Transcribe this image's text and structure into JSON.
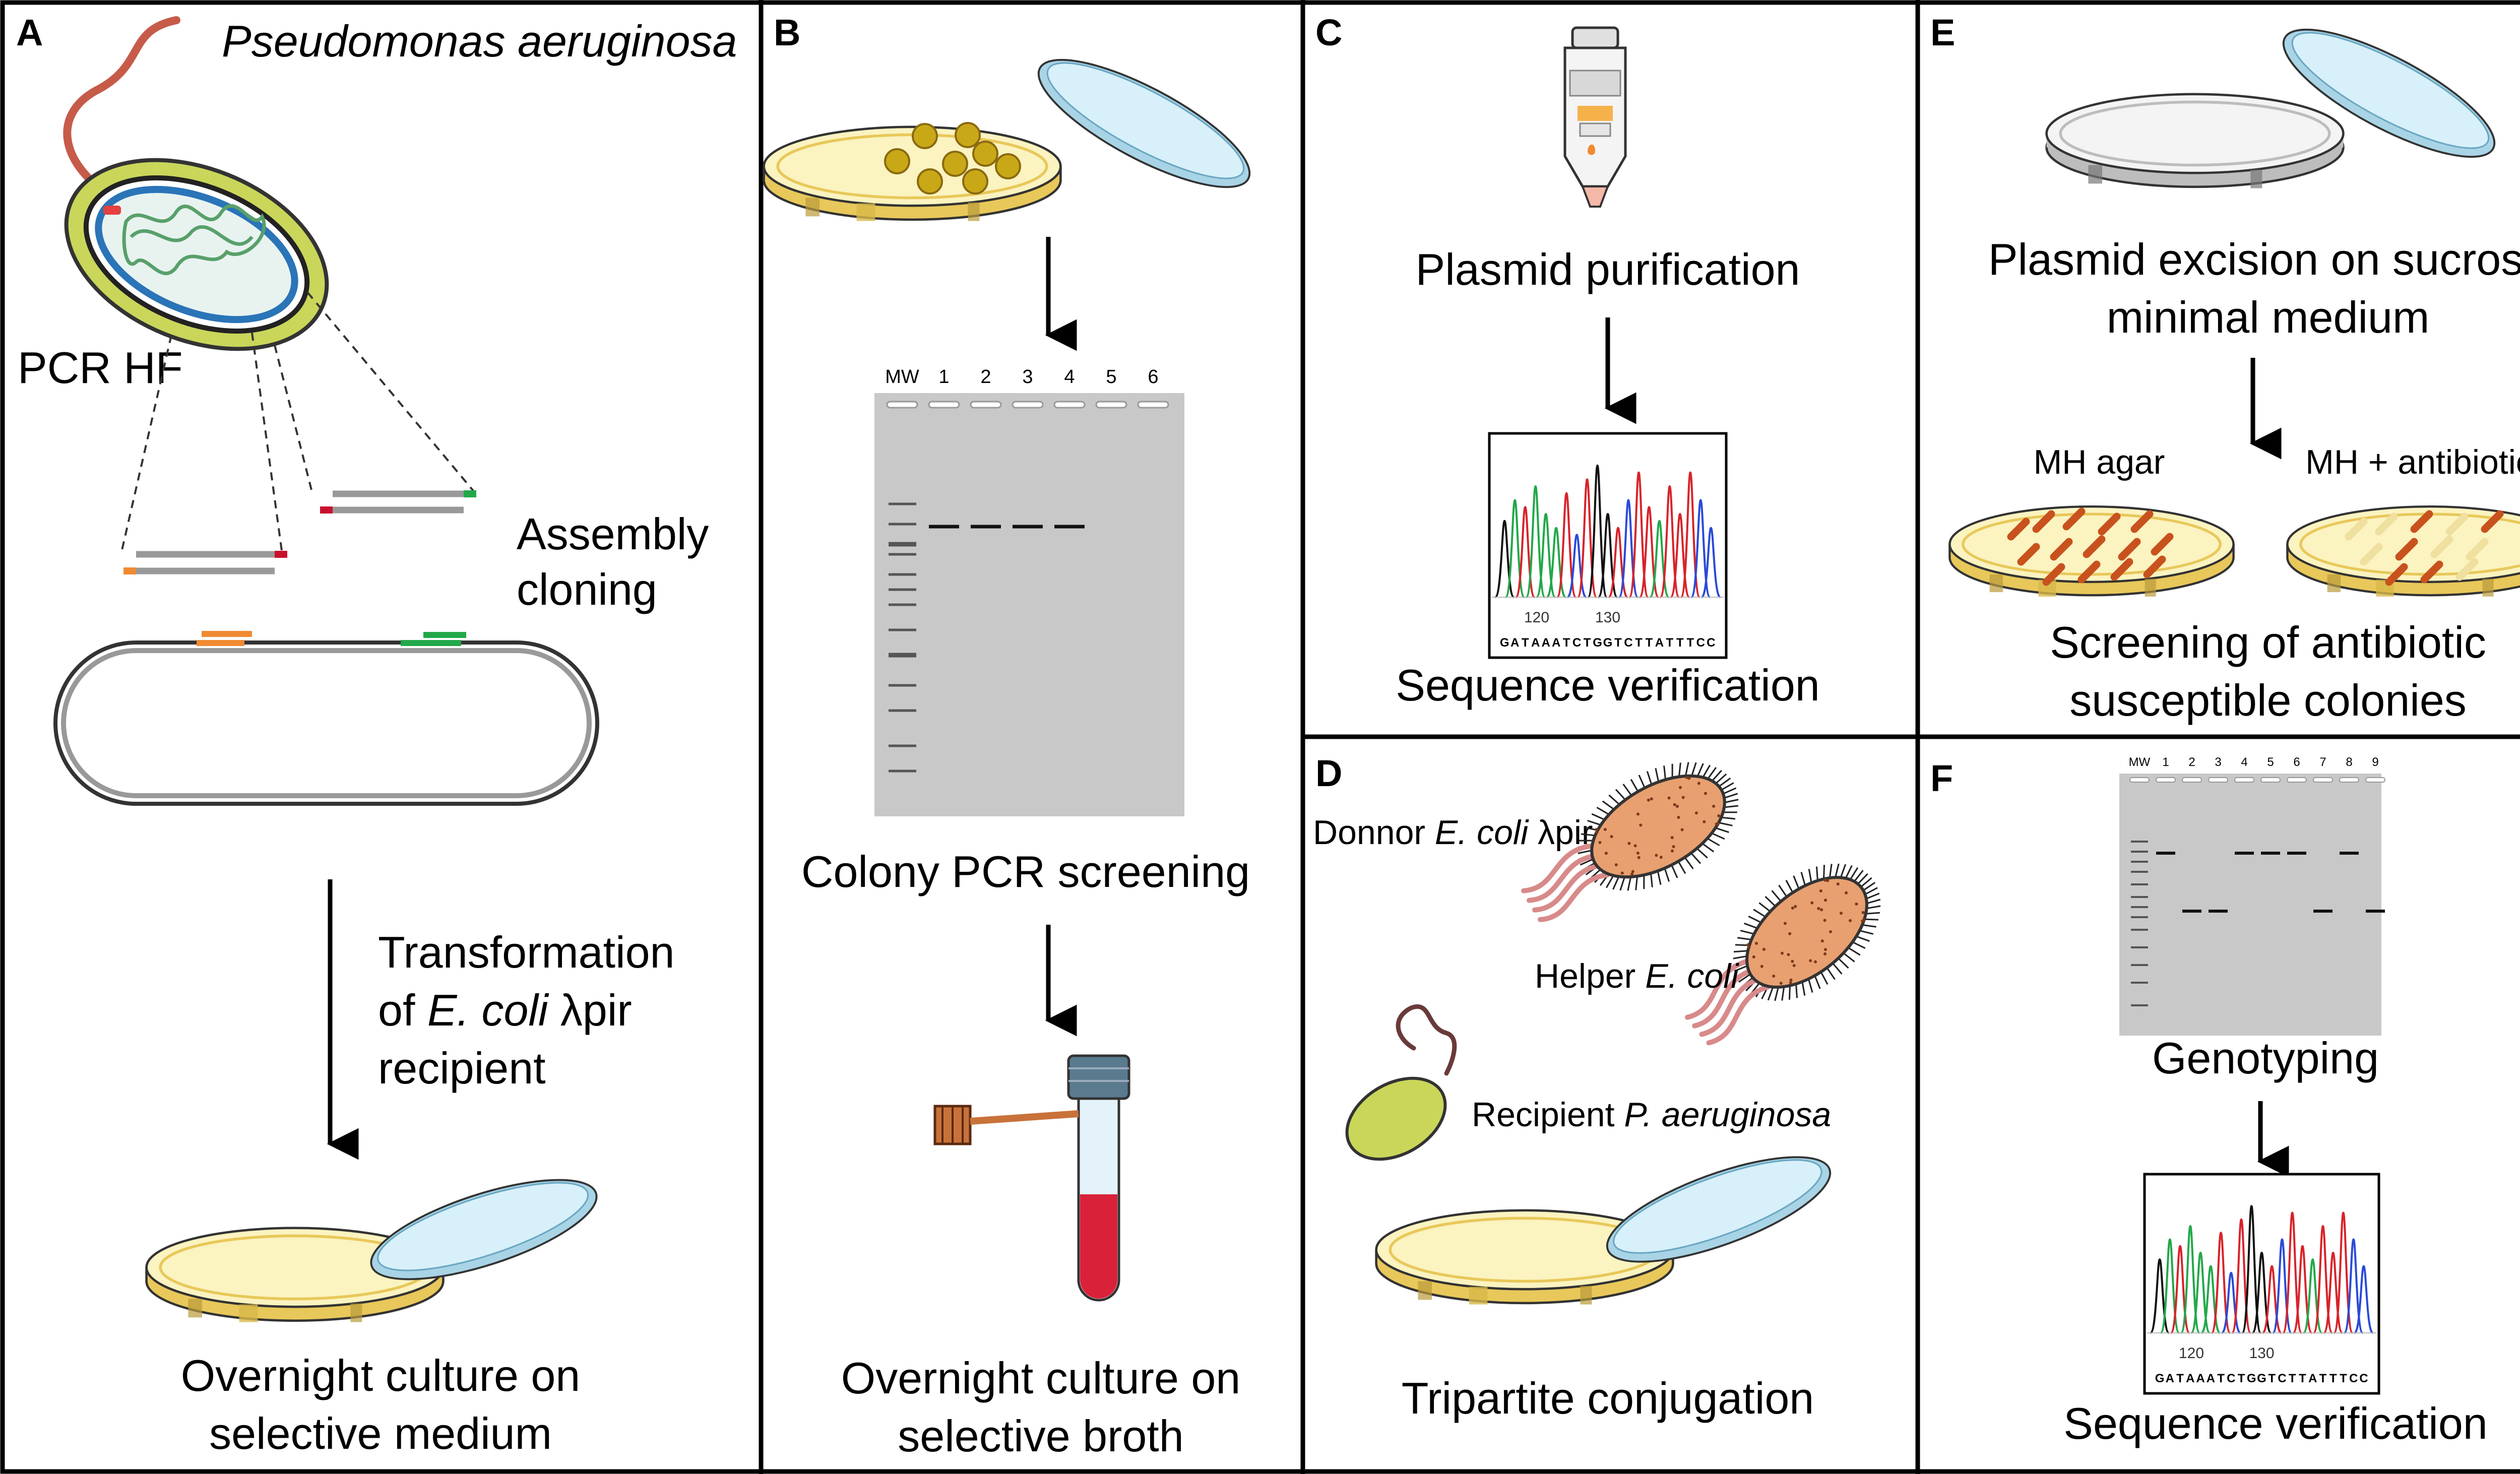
{
  "panels": {
    "A": {
      "letter": "A",
      "organism": "Pseudomonas aeruginosa",
      "pcr": "PCR HF",
      "assembly": "Assembly cloning",
      "transform_line1": "Transformation",
      "transform_line2_prefix": "of ",
      "transform_line2_italic": "E. coli",
      "transform_line2_suffix": " λpir",
      "transform_line3": "recipient",
      "caption_line1": "Overnight culture on",
      "caption_line2": "selective medium"
    },
    "B": {
      "letter": "B",
      "gel_lanes": [
        "MW",
        "1",
        "2",
        "3",
        "4",
        "5",
        "6"
      ],
      "caption_mid": "Colony PCR screening",
      "caption_line1": "Overnight culture on",
      "caption_line2": "selective broth"
    },
    "C": {
      "letter": "C",
      "caption_top": "Plasmid purification",
      "chromatogram_ticks": [
        "120",
        "130"
      ],
      "sequence": "GATAAATCTGGTCTTATTTCC",
      "caption_bottom": "Sequence verification"
    },
    "D": {
      "letter": "D",
      "donor_prefix": "Donnor ",
      "donor_italic": "E. coli",
      "donor_suffix": " λpir",
      "helper_prefix": "Helper ",
      "helper_italic": "E. coli",
      "recipient_prefix": "Recipient ",
      "recipient_italic": "P. aeruginosa",
      "caption": "Tripartite conjugation"
    },
    "E": {
      "letter": "E",
      "caption_top_line1": "Plasmid excision on sucrose",
      "caption_top_line2": "minimal medium",
      "plate_left": "MH agar",
      "plate_right": "MH + antibiotic",
      "caption_bottom_line1": "Screening of antibiotic",
      "caption_bottom_line2": "susceptible colonies"
    },
    "F": {
      "letter": "F",
      "gel_lanes": [
        "MW",
        "1",
        "2",
        "3",
        "4",
        "5",
        "6",
        "7",
        "8",
        "9"
      ],
      "caption_mid": "Genotyping",
      "chromatogram_ticks": [
        "120",
        "130"
      ],
      "sequence": "GATAAATCTGGTCTTATTTCC",
      "caption_bottom": "Sequence verification"
    }
  },
  "colors": {
    "border": "#000000",
    "agar_yellow": "#fbf3c0",
    "plate_rim": "#e8c85a",
    "lid_blue": "#cfeaf5",
    "gel_gray": "#c8c8c8",
    "bacterium_green": "#c9d65a",
    "bacterium_orange": "#e8a070",
    "broth_red": "#d9223a",
    "streak_orange": "#c8521e",
    "primer_orange": "#f08a32",
    "primer_green": "#22a84a",
    "primer_red": "#c8102e"
  }
}
